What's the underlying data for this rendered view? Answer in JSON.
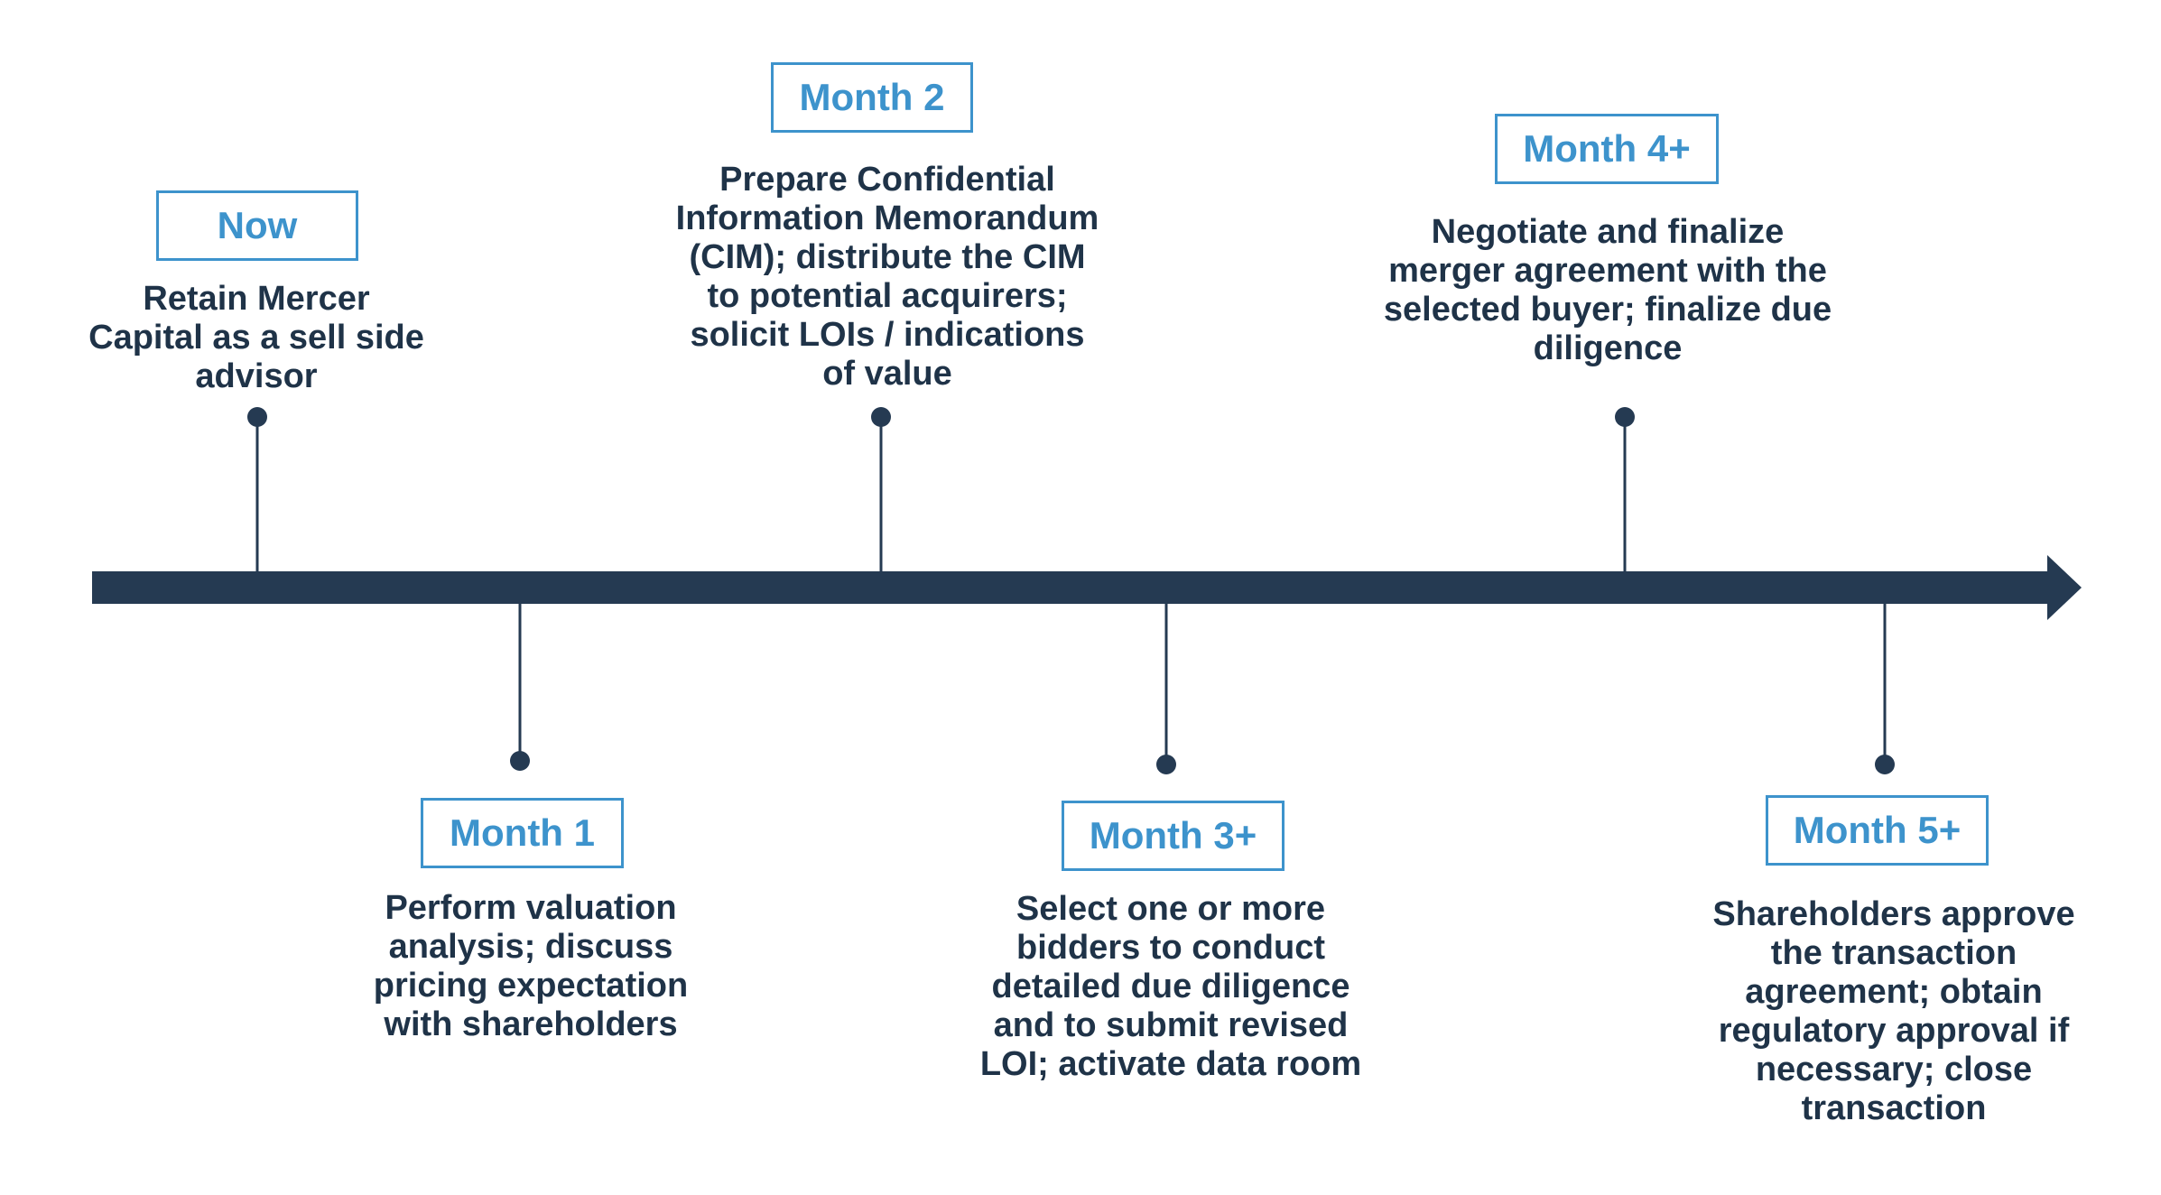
{
  "colors": {
    "axis": "#253a52",
    "accent": "#3d93cc",
    "text": "#1f3348"
  },
  "milestones": [
    {
      "label": "Now",
      "position": "above",
      "lines": [
        "Retain Mercer",
        "Capital as a sell side",
        "advisor"
      ]
    },
    {
      "label": "Month 1",
      "position": "below",
      "lines": [
        "Perform valuation",
        "analysis; discuss",
        "pricing expectation",
        "with shareholders"
      ]
    },
    {
      "label": "Month 2",
      "position": "above",
      "lines": [
        "Prepare Confidential",
        "Information Memorandum",
        "(CIM); distribute the CIM",
        "to potential acquirers;",
        "solicit LOIs / indications",
        "of value"
      ]
    },
    {
      "label": "Month 3+",
      "position": "below",
      "lines": [
        "Select one or more",
        "bidders to conduct",
        "detailed due diligence",
        "and to submit revised",
        "LOI; activate data room"
      ]
    },
    {
      "label": "Month 4+",
      "position": "above",
      "lines": [
        "Negotiate and finalize",
        "merger agreement with the",
        "selected buyer; finalize due",
        "diligence"
      ]
    },
    {
      "label": "Month 5+",
      "position": "below",
      "lines": [
        "Shareholders approve",
        "the transaction",
        "agreement; obtain",
        "regulatory approval if",
        "necessary; close",
        "transaction"
      ]
    }
  ]
}
